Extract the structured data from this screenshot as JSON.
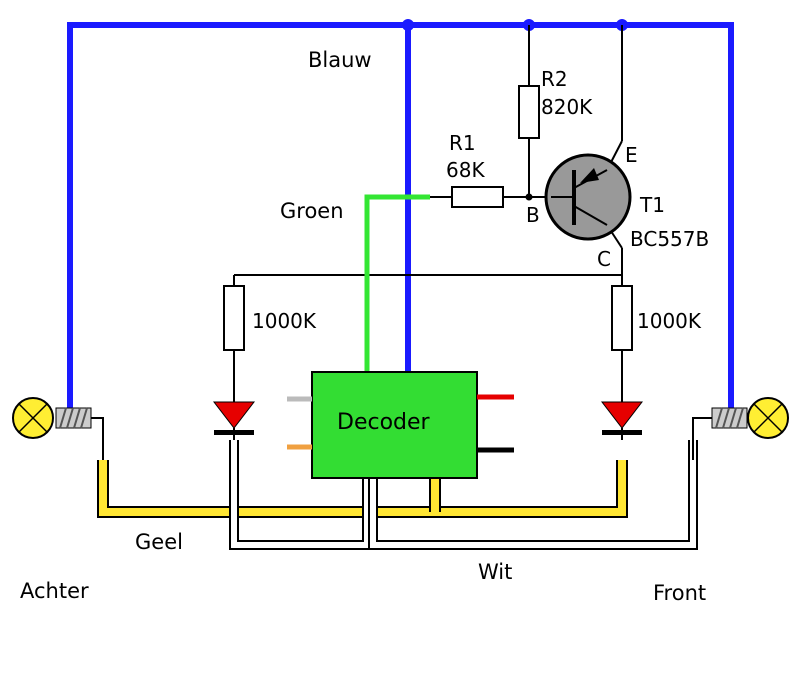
{
  "labels": {
    "blue_wire": "Blauw",
    "green_wire": "Groen",
    "yellow_wire": "Geel",
    "white_wire": "Wit",
    "rear": "Achter",
    "front": "Front",
    "decoder": "Decoder"
  },
  "r1": {
    "name": "R1",
    "value": "68K"
  },
  "r2": {
    "name": "R2",
    "value": "820K"
  },
  "r_left": {
    "value": "1000K"
  },
  "r_right": {
    "value": "1000K"
  },
  "transistor": {
    "name": "T1",
    "type": "BC557B",
    "pin_e": "E",
    "pin_b": "B",
    "pin_c": "C"
  },
  "colors": {
    "blue": "#1a1aff",
    "green": "#33e633",
    "yellow": "#ffe633",
    "red_led": "#e60000",
    "decoder_fill": "#33dd33",
    "lamp": "#ffee33",
    "transistor_body": "#999999"
  }
}
